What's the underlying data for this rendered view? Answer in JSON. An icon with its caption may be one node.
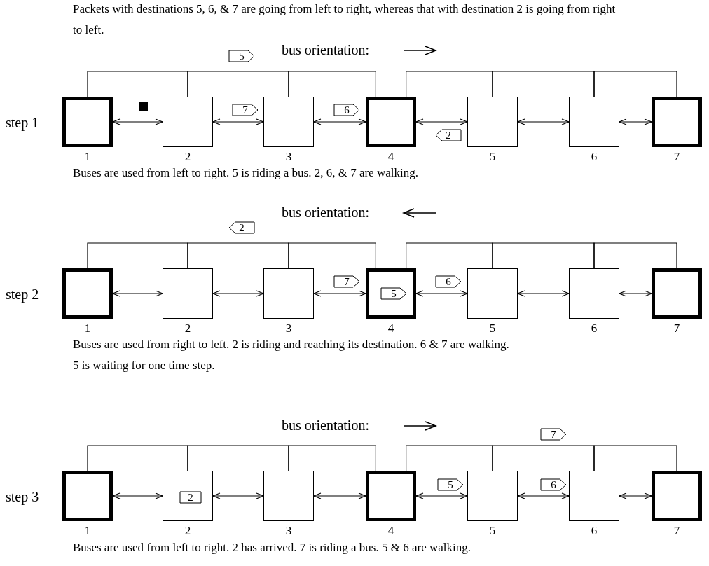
{
  "diagram": {
    "nodes": [
      {
        "text": [],
        "shape": "box",
        "beside": [
          "1"
        ]
      },
      {
        "text": [],
        "shape": "box",
        "beside": [
          "2"
        ]
      },
      {
        "text": [],
        "shape": "box",
        "beside": [
          "3"
        ]
      },
      {
        "text": [],
        "shape": "box",
        "beside": [
          "4"
        ]
      },
      {
        "text": [],
        "shape": "box",
        "beside": [
          "5"
        ]
      },
      {
        "text": [],
        "shape": "box",
        "beside": [
          "6"
        ]
      },
      {
        "text": [],
        "shape": "box",
        "beside": [
          "7"
        ]
      },
      {
        "text": [
          "5"
        ]
      },
      {
        "text": [
          "7"
        ]
      },
      {
        "text": [
          "6"
        ]
      },
      {
        "text": [
          "2"
        ]
      },
      {
        "text": [],
        "shape": "box",
        "beside": [
          "1"
        ]
      },
      {
        "text": [],
        "shape": "box",
        "beside": [
          "2"
        ]
      },
      {
        "text": [],
        "shape": "box",
        "beside": [
          "3"
        ]
      },
      {
        "text": [],
        "shape": "box",
        "beside": [
          "4"
        ]
      },
      {
        "text": [],
        "shape": "box",
        "beside": [
          "5"
        ]
      },
      {
        "text": [],
        "shape": "box",
        "beside": [
          "6"
        ]
      },
      {
        "text": [],
        "shape": "box",
        "beside": [
          "7"
        ]
      },
      {
        "text": [
          "2"
        ]
      },
      {
        "text": [
          "7"
        ]
      },
      {
        "text": [
          "5"
        ],
        "in": 14
      },
      {
        "text": [
          "6"
        ]
      },
      {
        "text": [],
        "shape": "box",
        "beside": [
          "1"
        ]
      },
      {
        "text": [],
        "shape": "box",
        "beside": [
          "2"
        ]
      },
      {
        "text": [],
        "shape": "box",
        "beside": [
          "3"
        ]
      },
      {
        "text": [],
        "shape": "box",
        "beside": [
          "4"
        ]
      },
      {
        "text": [],
        "shape": "box",
        "beside": [
          "5"
        ]
      },
      {
        "text": [],
        "shape": "box",
        "beside": [
          "6"
        ]
      },
      {
        "text": [],
        "shape": "box",
        "beside": [
          "7"
        ]
      },
      {
        "text": [
          "7"
        ]
      },
      {
        "text": [
          "2"
        ],
        "in": 23
      },
      {
        "text": [
          "5"
        ]
      },
      {
        "text": [
          "6"
        ]
      }
    ],
    "edges": [
      {
        "from": 0,
        "to": 1,
        "arrow": "none"
      },
      {
        "from": 1,
        "to": 2,
        "arrow": "none"
      },
      {
        "from": 2,
        "to": 3,
        "arrow": "none"
      },
      {
        "from": 3,
        "to": 4,
        "arrow": "none"
      },
      {
        "from": 4,
        "to": 5,
        "arrow": "none"
      },
      {
        "from": 5,
        "to": 6,
        "arrow": "none"
      },
      {
        "from": 0,
        "to": 1,
        "arrow": "both"
      },
      {
        "from": 1,
        "to": 2,
        "arrow": "both"
      },
      {
        "from": 2,
        "to": 3,
        "arrow": "both"
      },
      {
        "from": 3,
        "to": 4,
        "arrow": "both"
      },
      {
        "from": 4,
        "to": 5,
        "arrow": "both"
      },
      {
        "from": 5,
        "to": 6,
        "arrow": "both"
      },
      {
        "from": 11,
        "to": 12,
        "arrow": "none"
      },
      {
        "from": 12,
        "to": 13,
        "arrow": "none"
      },
      {
        "from": 13,
        "to": 14,
        "arrow": "none"
      },
      {
        "from": 14,
        "to": 15,
        "arrow": "none"
      },
      {
        "from": 15,
        "to": 16,
        "arrow": "none"
      },
      {
        "from": 16,
        "to": 17,
        "arrow": "none"
      },
      {
        "from": 11,
        "to": 12,
        "arrow": "both"
      },
      {
        "from": 12,
        "to": 13,
        "arrow": "both"
      },
      {
        "from": 13,
        "to": 14,
        "arrow": "both"
      },
      {
        "from": 14,
        "to": 15,
        "arrow": "both"
      },
      {
        "from": 15,
        "to": 16,
        "arrow": "both"
      },
      {
        "from": 16,
        "to": 17,
        "arrow": "both"
      },
      {
        "from": 22,
        "to": 23,
        "arrow": "none"
      },
      {
        "from": 23,
        "to": 24,
        "arrow": "none"
      },
      {
        "from": 24,
        "to": 25,
        "arrow": "none"
      },
      {
        "from": 25,
        "to": 26,
        "arrow": "none"
      },
      {
        "from": 26,
        "to": 27,
        "arrow": "none"
      },
      {
        "from": 27,
        "to": 28,
        "arrow": "none"
      },
      {
        "from": 22,
        "to": 23,
        "arrow": "both"
      },
      {
        "from": 23,
        "to": 24,
        "arrow": "both"
      },
      {
        "from": 24,
        "to": 25,
        "arrow": "both"
      },
      {
        "from": 25,
        "to": 26,
        "arrow": "both"
      },
      {
        "from": 26,
        "to": 27,
        "arrow": "both"
      },
      {
        "from": 27,
        "to": 28,
        "arrow": "both"
      }
    ],
    "labels": [
      "Packets with destinations 5, 6, & 7 are going from left to right, whereas that with destination 2 is going from right to left.",
      "bus orientation:",
      "step 1",
      "Buses are used from left to right. 5 is riding a bus. 2, 6, & 7 are walking.",
      "bus orientation:",
      "step 2",
      "Buses are used from right to left. 2 is riding and reaching its destination. 6 & 7 are walking.",
      "5 is waiting for one time step.",
      "bus orientation:",
      "step 3",
      "Buses are used from left to right. 2 has arrived. 7 is riding a bus. 5 & 6 are walking."
    ]
  }
}
